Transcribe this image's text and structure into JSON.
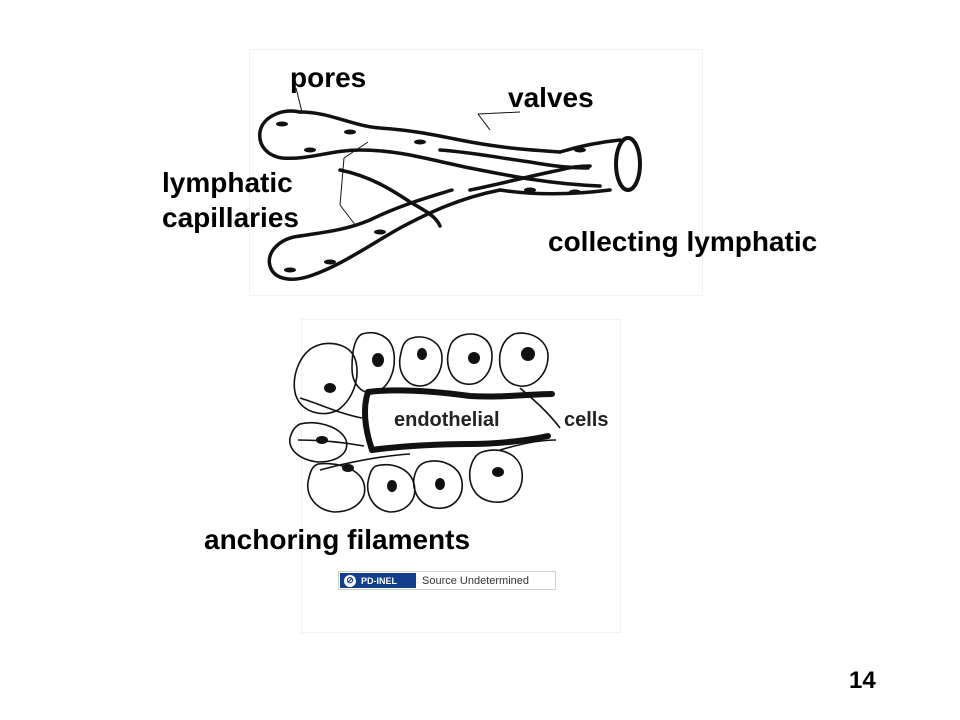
{
  "labels": {
    "pores": "pores",
    "valves": "valves",
    "lymphatic_capillaries": "lymphatic capillaries",
    "collecting_lymphatic": "collecting lymphatic",
    "endothelial": "endothelial",
    "cells": "cells",
    "anchoring_filaments": "anchoring filaments"
  },
  "license": {
    "badge": "PD-INEL",
    "source": "Source Undetermined"
  },
  "page_number": "14",
  "colors": {
    "ink": "#111111",
    "badge_blue": "#123f8c"
  },
  "icons": {
    "license_badge": "public-domain-icon"
  }
}
